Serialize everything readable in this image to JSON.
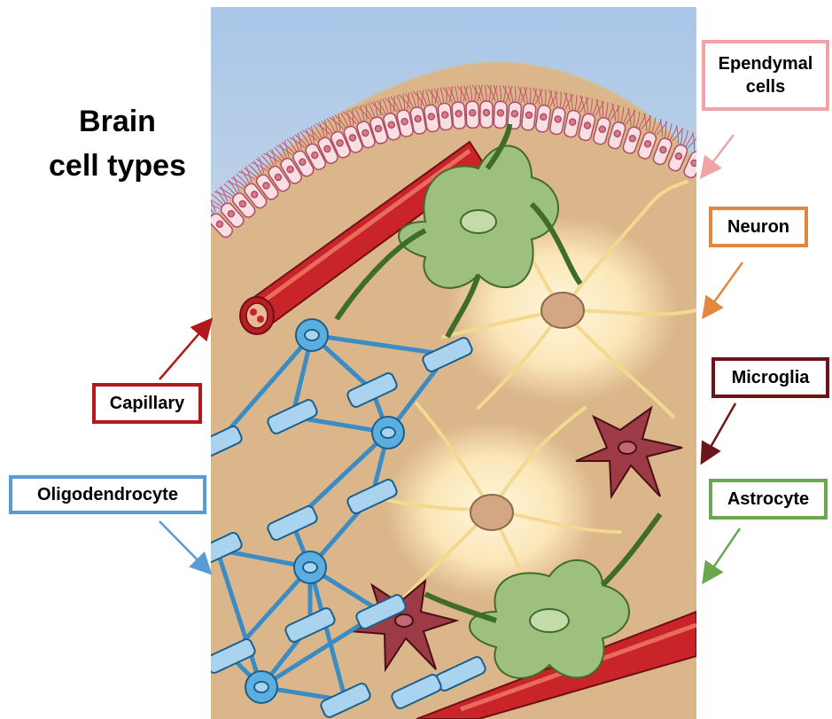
{
  "title": {
    "line1": "Brain",
    "line2": "cell types"
  },
  "labels": {
    "ependymal": {
      "line1": "Ependymal",
      "line2": "cells",
      "color": "#f2a3a8"
    },
    "neuron": {
      "text": "Neuron",
      "color": "#e2873d"
    },
    "microglia": {
      "text": "Microglia",
      "color": "#6b1518"
    },
    "astrocyte": {
      "text": "Astrocyte",
      "color": "#6aa84f"
    },
    "capillary": {
      "text": "Capillary",
      "color": "#b2181e"
    },
    "oligodendrocyte": {
      "text": "Oligodendrocyte",
      "color": "#5b9bd5"
    }
  },
  "colors": {
    "tissue": "#dbb68a",
    "csf": "#b9cfe6",
    "ependymal_cell": "#f7dfe3",
    "neuron_body": "#fbf1d4",
    "astrocyte": "#9ec07f",
    "microglia": "#9c3a46",
    "capillary": "#c9242a",
    "oligodendrocyte": "#5aaee0"
  }
}
